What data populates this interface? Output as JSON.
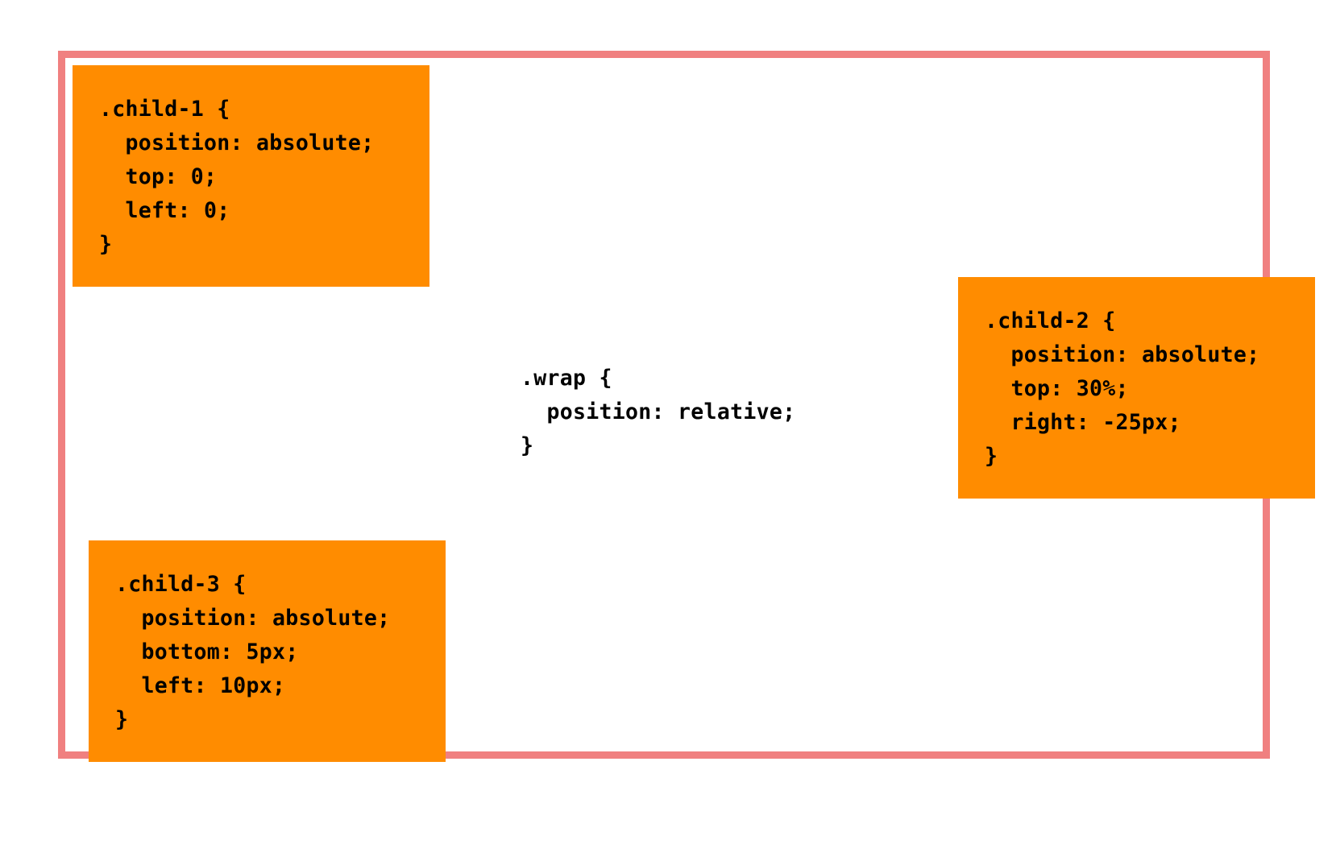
{
  "colors": {
    "wrap_border": "#f08080",
    "child_background": "#ff8c00",
    "text": "#000000",
    "page_background": "#ffffff"
  },
  "wrap": {
    "code": ".wrap {\n  position: relative;\n}"
  },
  "children": [
    {
      "name": "child-1",
      "code": ".child-1 {\n  position: absolute;\n  top: 0;\n  left: 0;\n}"
    },
    {
      "name": "child-2",
      "code": ".child-2 {\n  position: absolute;\n  top: 30%;\n  right: -25px;\n}"
    },
    {
      "name": "child-3",
      "code": ".child-3 {\n  position: absolute;\n  bottom: 5px;\n  left: 10px;\n}"
    }
  ]
}
